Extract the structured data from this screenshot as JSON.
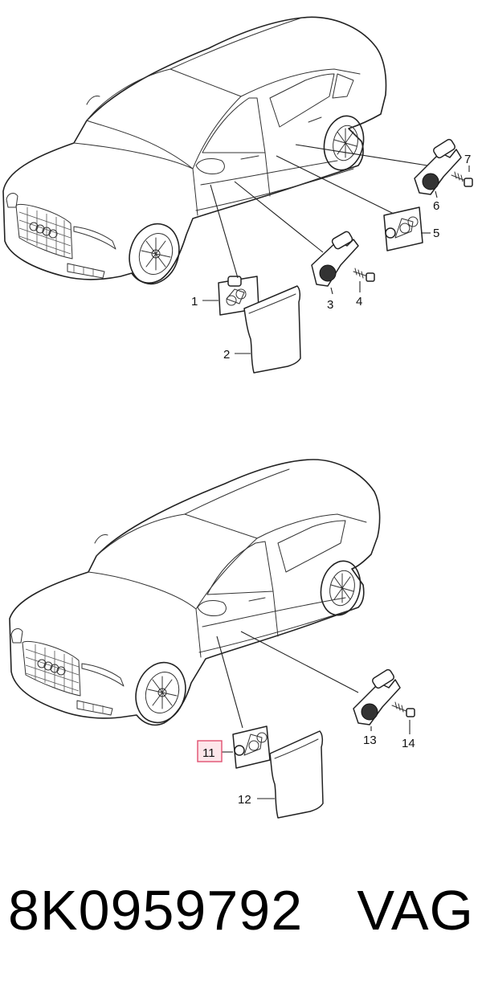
{
  "footer": {
    "part_number": "8K0959792",
    "brand": "VAG"
  },
  "callouts": {
    "c1": "1",
    "c2": "2",
    "c3": "3",
    "c4": "4",
    "c5": "5",
    "c6": "6",
    "c7": "7",
    "c11": "11",
    "c12": "12",
    "c13": "13",
    "c14": "14"
  },
  "highlight": {
    "part": "11",
    "color": "#e05070"
  }
}
